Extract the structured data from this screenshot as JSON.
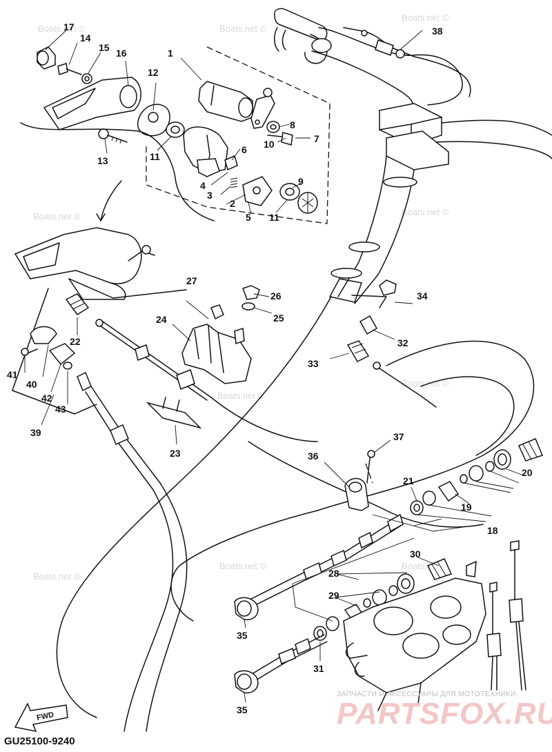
{
  "diagram": {
    "code": "GU25100-9240",
    "fwd_label": "FWD",
    "watermark": "Boats.net ©",
    "shop_tagline": "ЗАПЧАСТИ И АКСЕССУАРЫ ДЛЯ МОТОТЕХНИКИ",
    "shop_logo": "PARTSFOX.RU",
    "labels": {
      "p1": "1",
      "p2": "2",
      "p3": "3",
      "p4": "4",
      "p5": "5",
      "p6": "6",
      "p7": "7",
      "p8": "8",
      "p9": "9",
      "p10": "10",
      "p11a": "11",
      "p11b": "11",
      "p12": "12",
      "p13": "13",
      "p14": "14",
      "p15": "15",
      "p16": "16",
      "p17": "17",
      "p18": "18",
      "p19": "19",
      "p20": "20",
      "p21": "21",
      "p22": "22",
      "p23": "23",
      "p24": "24",
      "p25": "25",
      "p26": "26",
      "p27": "27",
      "p28": "28",
      "p29": "29",
      "p30": "30",
      "p31": "31",
      "p32": "32",
      "p33": "33",
      "p34": "34",
      "p35a": "35",
      "p35b": "35",
      "p36": "36",
      "p37": "37",
      "p38": "38",
      "p39": "39",
      "p40": "40",
      "p41": "41",
      "p42": "42",
      "p43": "43"
    }
  }
}
